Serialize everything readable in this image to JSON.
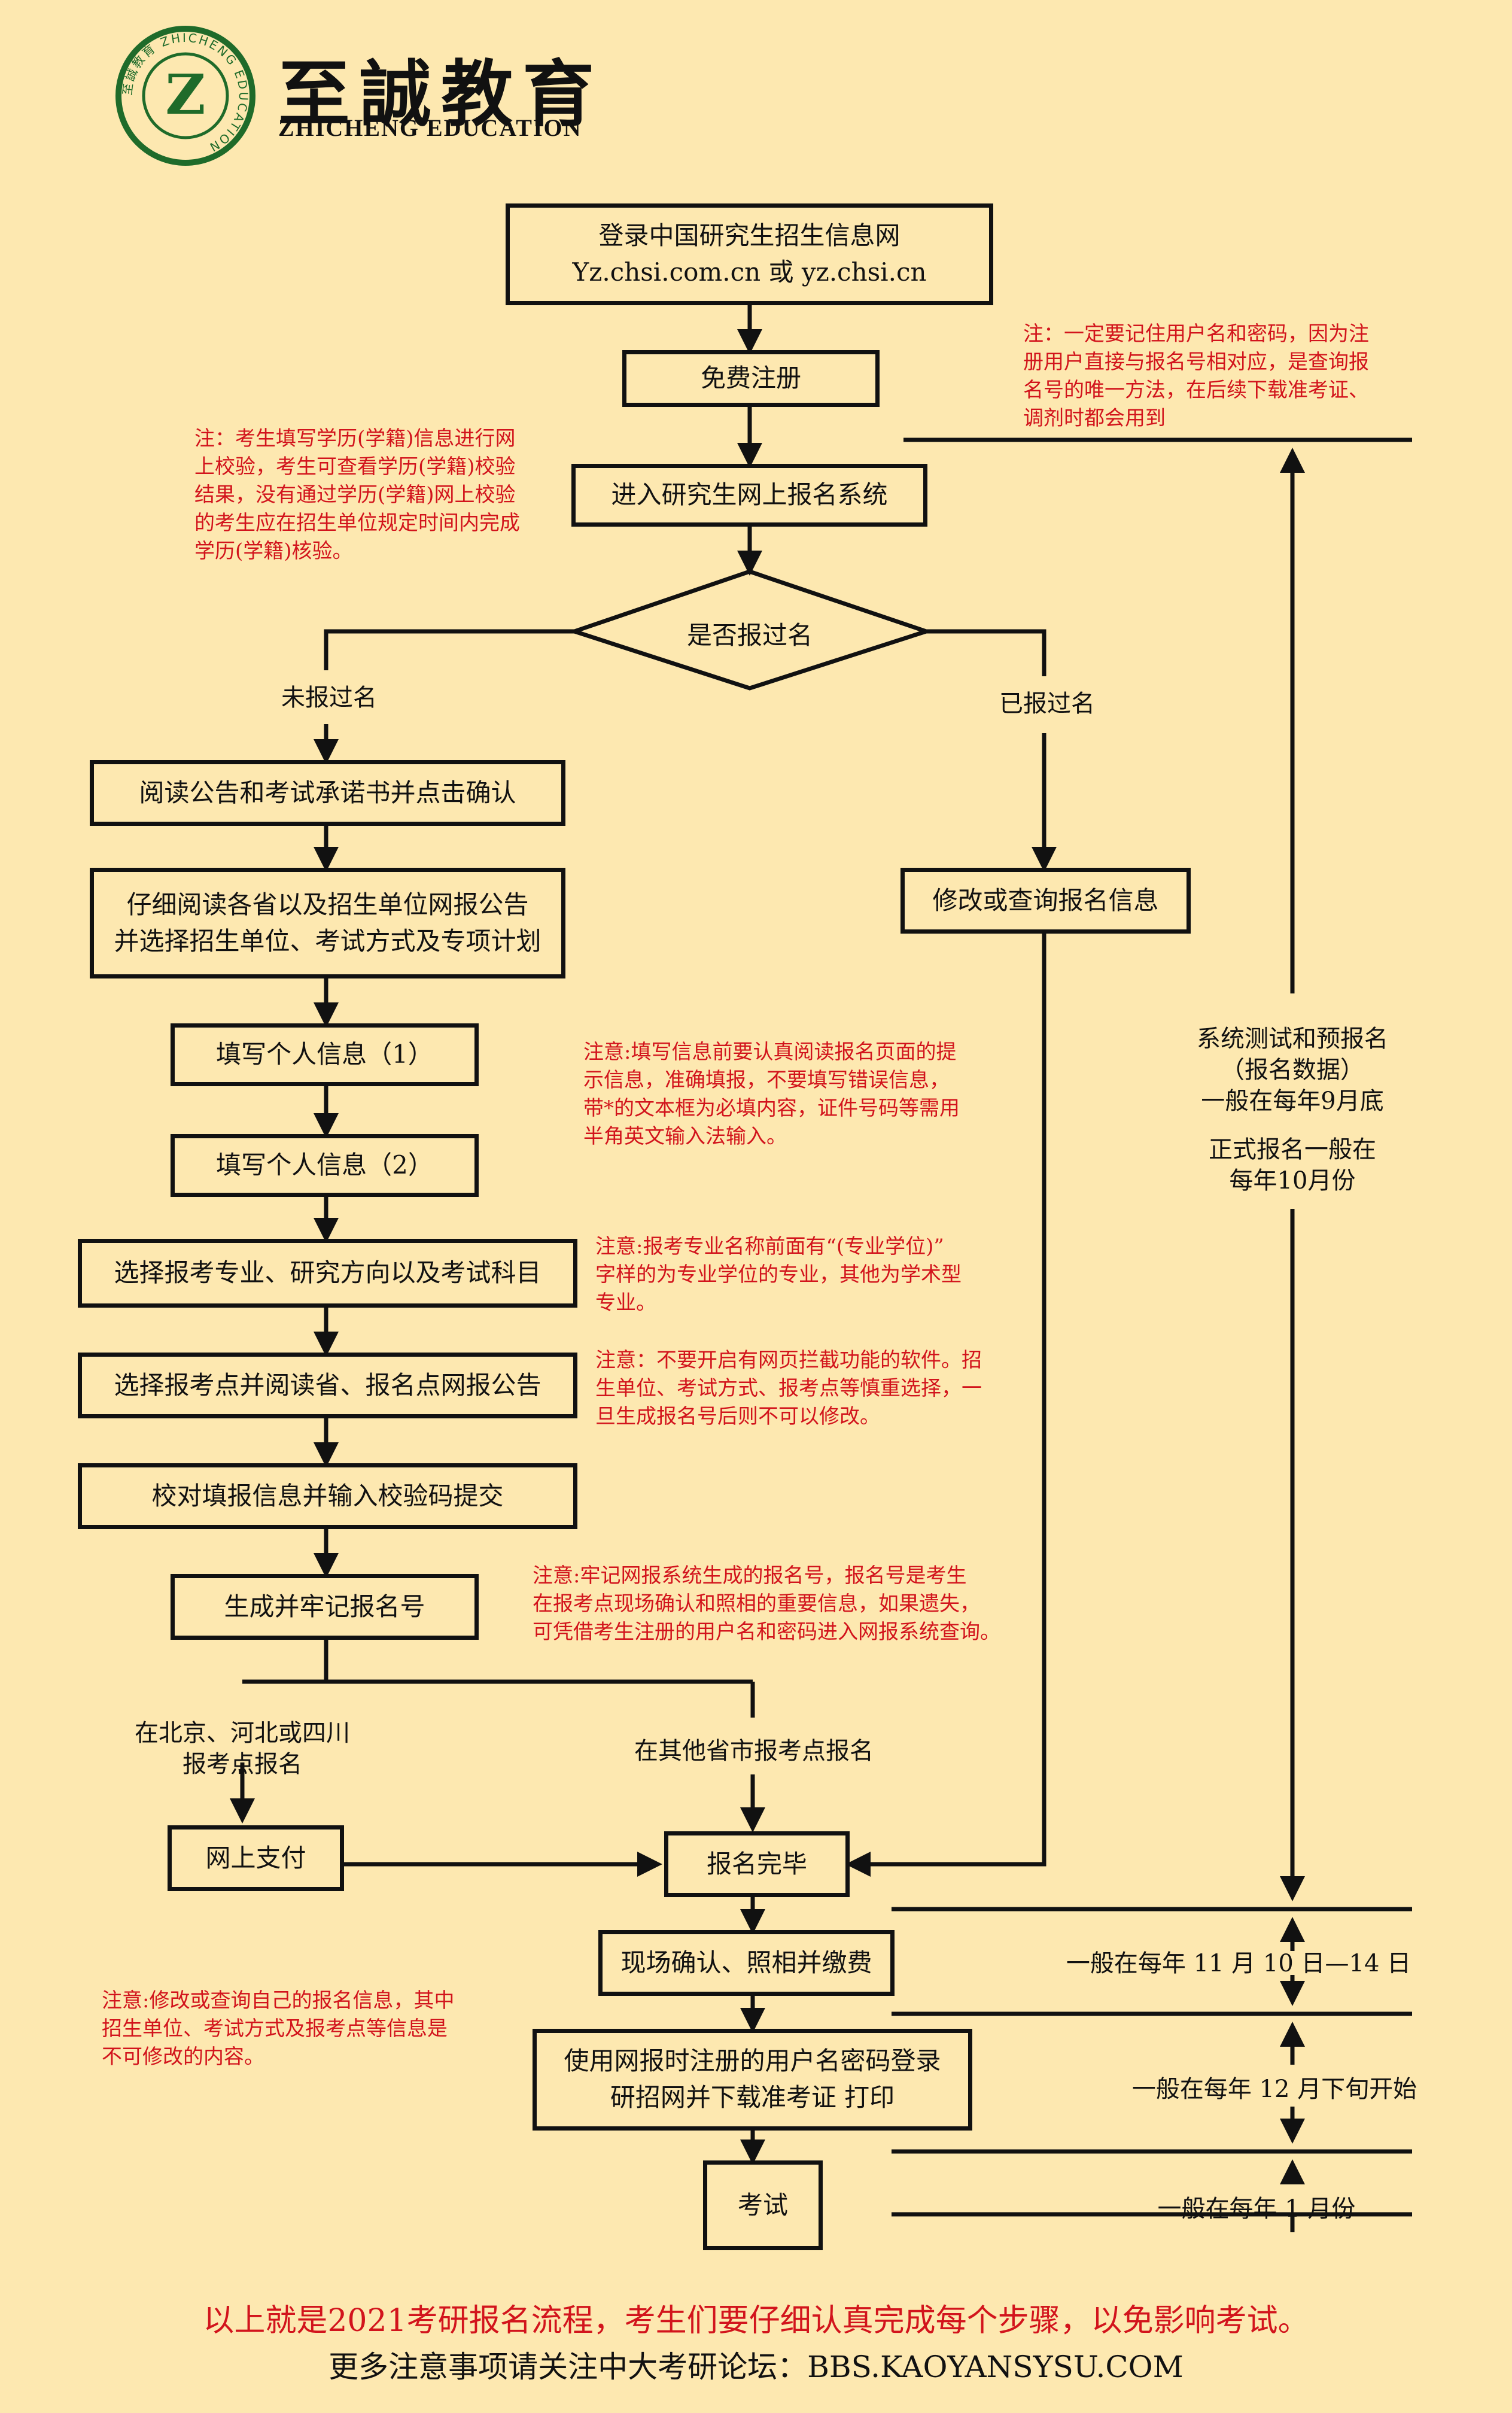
{
  "brand": {
    "name_cn": "至誠教育",
    "name_en": "ZHICHENG EDUCATION",
    "logo_letter": "Z",
    "logo_ring_text": "至誠教育 ZHICHENG EDUCATION"
  },
  "colors": {
    "background": "#fde8b0",
    "note": "#d2141c",
    "line": "#111111",
    "logo": "#1f6b2a"
  },
  "flow": {
    "login": "登录中国研究生招生信息网\nYz.chsi.com.cn 或 yz.chsi.cn",
    "register": "免费注册",
    "enter_system": "进入研究生网上报名系统",
    "decision": "是否报过名",
    "branch_no": "未报过名",
    "branch_yes": "已报过名",
    "read_notice": "阅读公告和考试承诺书并点击确认",
    "read_province": "仔细阅读各省以及招生单位网报公告\n并选择招生单位、考试方式及专项计划",
    "fill_info_1": "填写个人信息（1）",
    "fill_info_2": "填写个人信息（2）",
    "choose_major": "选择报考专业、研究方向以及考试科目",
    "choose_site": "选择报考点并阅读省、报名点网报公告",
    "verify_submit": "校对填报信息并输入校验码提交",
    "gen_number": "生成并牢记报名号",
    "modify_query": "修改或查询报名信息",
    "branch_bj": "在北京、河北或四川\n报考点报名",
    "branch_other": "在其他省市报考点报名",
    "online_pay": "网上支付",
    "reg_done": "报名完毕",
    "onsite_confirm": "现场确认、照相并缴费",
    "print_ticket": "使用网报时注册的用户名密码登录\n研招网并下载准考证  打印",
    "exam": "考试"
  },
  "notes": {
    "n1": "注：一定要记住用户名和密码，因为注\n册用户直接与报名号相对应，是查询报\n名号的唯一方法，在后续下载准考证、\n调剂时都会用到",
    "n2": "注：考生填写学历(学籍)信息进行网\n上校验，考生可查看学历(学籍)校验\n结果，没有通过学历(学籍)网上校验\n的考生应在招生单位规定时间内完成\n学历(学籍)核验。",
    "n3": "注意:填写信息前要认真阅读报名页面的提\n示信息，准确填报，不要填写错误信息，\n带*的文本框为必填内容，证件号码等需用\n半角英文输入法输入。",
    "n4": "注意:报考专业名称前面有“(专业学位)”\n字样的为专业学位的专业，其他为学术型\n专业。",
    "n5": "注意：不要开启有网页拦截功能的软件。招\n生单位、考试方式、报考点等慎重选择，一\n旦生成报名号后则不可以修改。",
    "n6": "注意:牢记网报系统生成的报名号，报名号是考生\n在报考点现场确认和照相的重要信息，如果遗失，\n可凭借考生注册的用户名和密码进入网报系统查询。",
    "n7": "注意:修改或查询自己的报名信息，其中\n招生单位、考试方式及报考点等信息是\n不可修改的内容。"
  },
  "timeline": {
    "t1": "系统测试和预报名\n（报名数据）\n一般在每年9月底",
    "t2": "正式报名一般在\n每年10月份",
    "t3": "一般在每年 11 月 10 日—14 日",
    "t4": "一般在每年 12 月下旬开始",
    "t5": "一般在每年 1 月份"
  },
  "footer": {
    "line1": "以上就是2021考研报名流程，考生们要仔细认真完成每个步骤，以免影响考试。",
    "line2": "更多注意事项请关注中大考研论坛：BBS.KAOYANSYSU.COM"
  }
}
